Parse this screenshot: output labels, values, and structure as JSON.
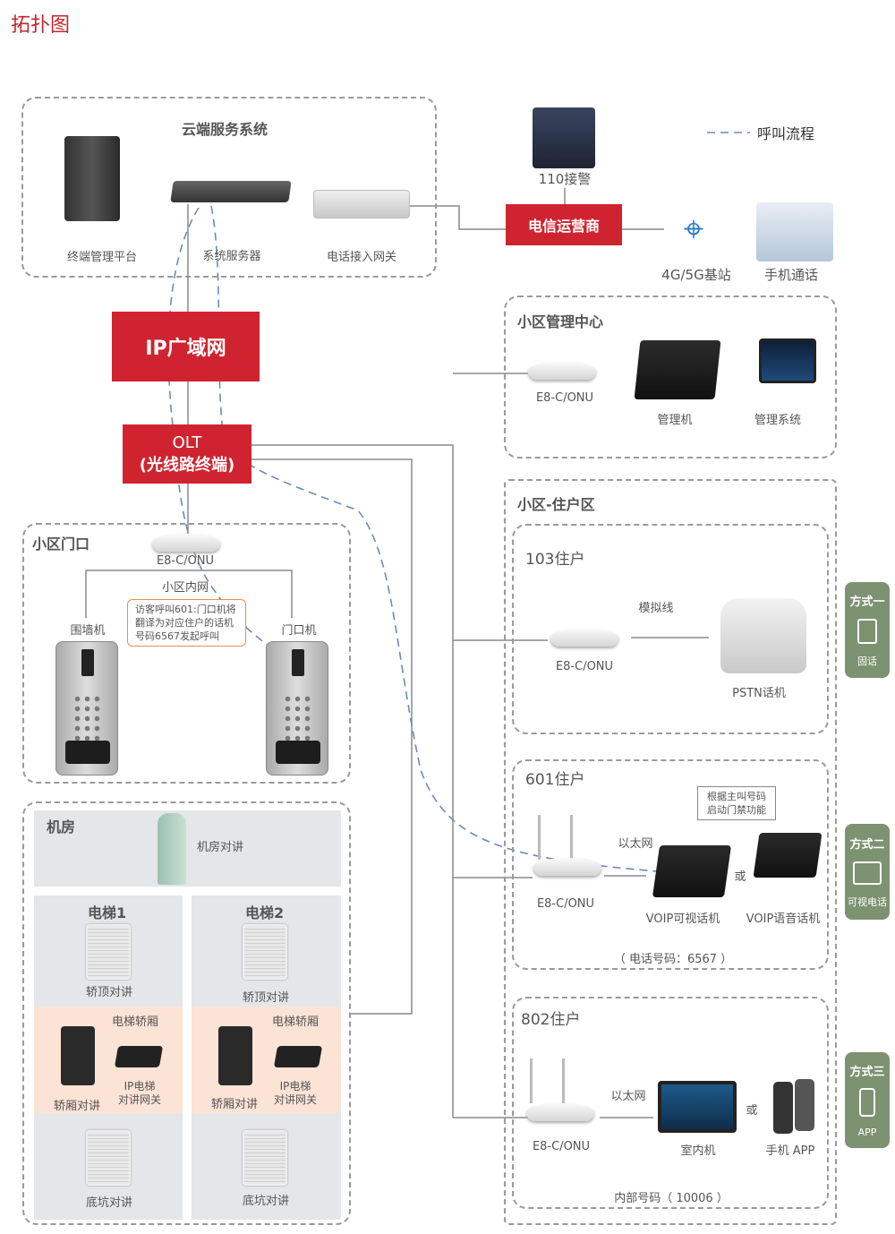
{
  "title": "拓扑图",
  "legend": {
    "call_flow": "呼叫流程"
  },
  "cloud": {
    "title": "云端服务系统",
    "terminal_platform": "终端管理平台",
    "system_server": "系统服务器",
    "phone_gateway": "电话接入网关"
  },
  "police": "110接警",
  "operator": "电信运营商",
  "base_station": "4G/5G基站",
  "mobile_call": "手机通话",
  "ip_wan": "IP广域网",
  "olt": {
    "line1": "OLT",
    "line2": "(光线路终端)"
  },
  "gate": {
    "title": "小区门口",
    "onu": "E8-C/ONU",
    "intranet": "小区内网",
    "wall_unit": "围墙机",
    "door_unit": "门口机",
    "note": [
      "访客呼叫601:门口机将",
      "翻译为对应住户的话机",
      "号码6567发起呼叫"
    ]
  },
  "machine_room": {
    "title": "机房",
    "intercom": "机房对讲"
  },
  "elevators": [
    {
      "title": "电梯1",
      "car_top": "轿顶对讲",
      "car": "电梯轿厢",
      "car_intercom": "轿厢对讲",
      "gateway": [
        "IP电梯",
        "对讲网关"
      ],
      "pit": "底坑对讲"
    },
    {
      "title": "电梯2",
      "car_top": "轿顶对讲",
      "car": "电梯轿厢",
      "car_intercom": "轿厢对讲",
      "gateway": [
        "IP电梯",
        "对讲网关"
      ],
      "pit": "底坑对讲"
    }
  ],
  "mgmt": {
    "title": "小区管理中心",
    "onu": "E8-C/ONU",
    "console": "管理机",
    "system": "管理系统"
  },
  "residential": {
    "title": "小区-住户区"
  },
  "h103": {
    "title": "103住户",
    "line": "模拟线",
    "onu": "E8-C/ONU",
    "phone": "PSTN话机"
  },
  "h601": {
    "title": "601住户",
    "note": [
      "根据主叫号码",
      "启动门禁功能"
    ],
    "line": "以太网",
    "onu": "E8-C/ONU",
    "video_phone": "VOIP可视话机",
    "or": "或",
    "voice_phone": "VOIP语音话机",
    "number": "（ 电话号码：6567 ）"
  },
  "h802": {
    "title": "802住户",
    "line": "以太网",
    "onu": "E8-C/ONU",
    "indoor": "室内机",
    "or": "或",
    "app": "手机 APP",
    "number": "内部号码（ 10006 ）"
  },
  "modes": [
    {
      "title": "方式一",
      "label": "固话"
    },
    {
      "title": "方式二",
      "label": "可视电话"
    },
    {
      "title": "方式三",
      "label": "APP"
    }
  ],
  "colors": {
    "red": "#cf2430",
    "green": "#7d9270",
    "flow": "#6b8bb8"
  }
}
